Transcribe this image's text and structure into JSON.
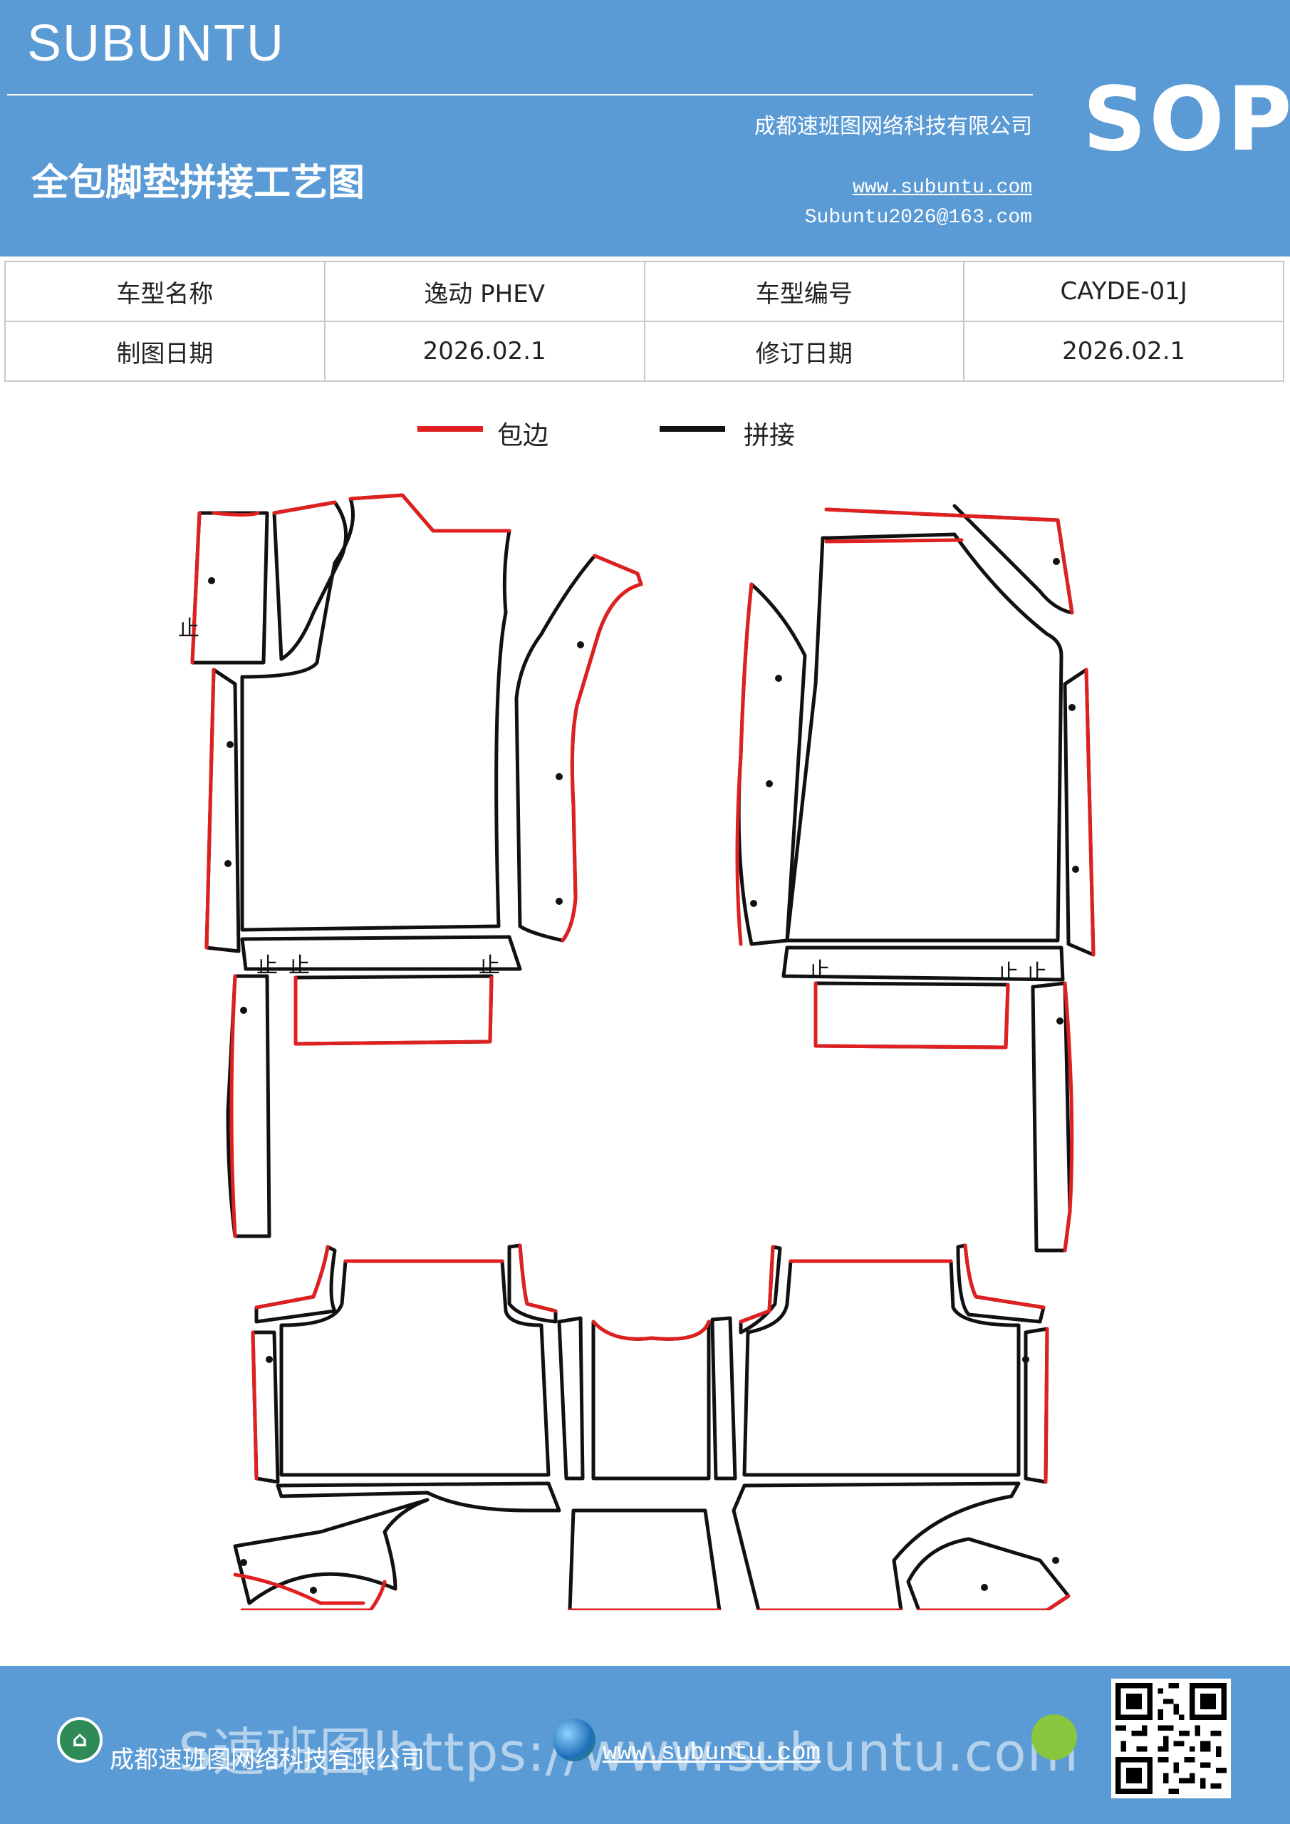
{
  "header": {
    "brand": "SUBUNTU",
    "title": "全包脚垫拼接工艺图",
    "company": "成都速班图网络科技有限公司",
    "website": "www.subuntu.com",
    "email": "Subuntu2026@163.com",
    "badge": "SOP"
  },
  "info_table": {
    "rows": [
      [
        "车型名称",
        "逸动 PHEV",
        "车型编号",
        "CAYDE-01J"
      ],
      [
        "制图日期",
        "2026.02.1",
        "修订日期",
        "2026.02.1"
      ]
    ]
  },
  "legend": [
    {
      "label": "包边",
      "color": "#e02020"
    },
    {
      "label": "拼接",
      "color": "#111111"
    }
  ],
  "diagram": {
    "marker_label": "止"
  },
  "footer": {
    "company": "成都速班图网络科技有限公司",
    "website": "www.subuntu.com",
    "watermark": "S速班图lhttps://www.subuntu.com",
    "icon_home": "home-badge-icon",
    "icon_globe": "globe-icon",
    "icon_wechat": "wechat-icon",
    "qr": "qr-code"
  },
  "colors": {
    "header_bg": "#5b9bd5",
    "binding": "#e02020",
    "seam": "#111111"
  }
}
